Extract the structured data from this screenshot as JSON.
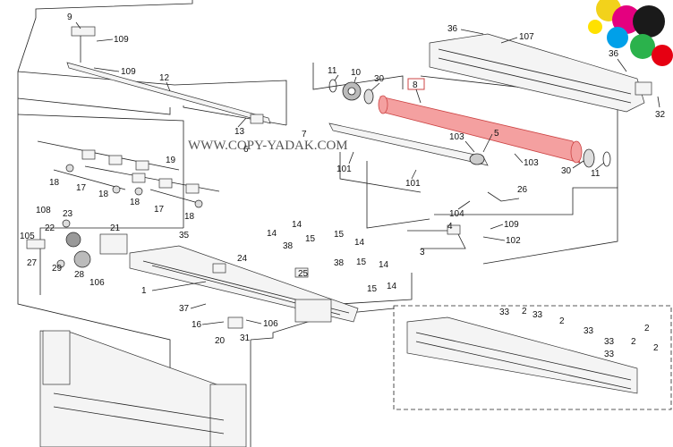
{
  "watermark": "WWW.COPY-YADAK.COM",
  "highlight_color": "#f4a0a0",
  "labels": {
    "l9": "9",
    "l109a": "109",
    "l109b": "109",
    "l12": "12",
    "l13": "13",
    "l6": "6",
    "l7": "7",
    "l11a": "11",
    "l10": "10",
    "l30a": "30",
    "l8": "8",
    "l36a": "36",
    "l107": "107",
    "l36b": "36",
    "l32": "32",
    "l103a": "103",
    "l5": "5",
    "l103b": "103",
    "l30b": "30",
    "l11b": "11",
    "l101a": "101",
    "l101b": "101",
    "l26": "26",
    "l104": "104",
    "l109c": "109",
    "l4": "4",
    "l102": "102",
    "l3": "3",
    "l19": "19",
    "l18a": "18",
    "l17a": "17",
    "l18b": "18",
    "l18c": "18",
    "l17b": "17",
    "l18d": "18",
    "l108": "108",
    "l23": "23",
    "l22": "22",
    "l21": "21",
    "l35": "35",
    "l105": "105",
    "l27": "27",
    "l29": "29",
    "l28": "28",
    "l106a": "106",
    "l14a": "14",
    "l14b": "14",
    "l38a": "38",
    "l15a": "15",
    "l15b": "15",
    "l14c": "14",
    "l24": "24",
    "l38b": "38",
    "l15c": "15",
    "l14d": "14",
    "l25": "25",
    "l14e": "14",
    "l15d": "15",
    "l1": "1",
    "l37": "37",
    "l106b": "106",
    "l16": "16",
    "l20": "20",
    "l31": "31",
    "l33a": "33",
    "l2a": "2",
    "l33b": "33",
    "l2b": "2",
    "l33c": "33",
    "l2c": "2",
    "l33d": "33",
    "l2d": "2",
    "l33e": "33",
    "l2e": "2"
  }
}
